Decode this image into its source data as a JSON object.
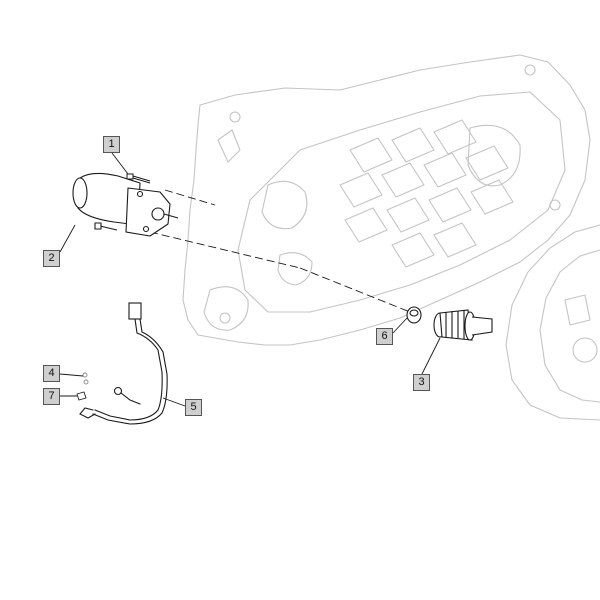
{
  "callouts": {
    "c1": "1",
    "c2": "2",
    "c3": "3",
    "c4": "4",
    "c5": "5",
    "c6": "6",
    "c7": "7"
  },
  "colors": {
    "ghost_line": "#c4c4c4",
    "part_line": "#1a1a1a",
    "callout_fill": "#cfcfcf",
    "callout_border": "#555555"
  }
}
